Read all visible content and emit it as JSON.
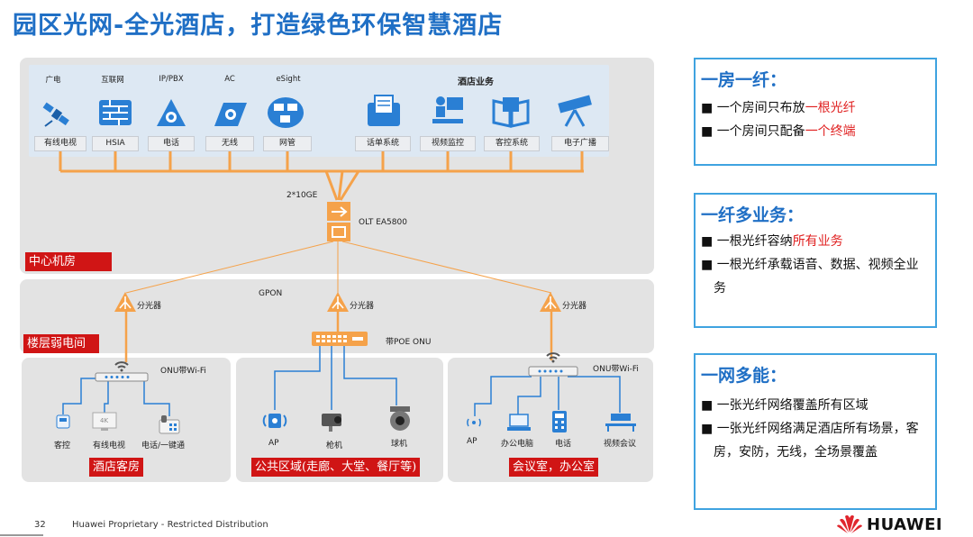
{
  "title": "园区光网-全光酒店，打造绿色环保智慧酒店",
  "center_room": {
    "label": "中心机房",
    "services": [
      {
        "top": "广电",
        "box": "有线电视",
        "icon": "satellite-icon"
      },
      {
        "top": "互联网",
        "box": "HSIA",
        "icon": "firewall-icon"
      },
      {
        "top": "IP/PBX",
        "box": "电话",
        "icon": "ip-pbx-icon"
      },
      {
        "top": "AC",
        "box": "无线",
        "icon": "access-controller-icon"
      },
      {
        "top": "eSight",
        "box": "网管",
        "icon": "network-management-icon"
      }
    ],
    "hotel_business_label": "酒店业务",
    "hotel_services": [
      {
        "box": "话单系统",
        "icon": "billing-system-icon"
      },
      {
        "box": "视频监控",
        "icon": "video-surveillance-icon"
      },
      {
        "box": "客控系统",
        "icon": "guest-control-icon"
      },
      {
        "box": "电子广播",
        "icon": "broadcast-icon"
      }
    ],
    "uplink_label": "2*10GE",
    "olt_label": "OLT EA5800"
  },
  "floor": {
    "label": "楼层弱电间",
    "gpon_label": "GPON",
    "splitter_label": "分光器",
    "poe_onu_label": "带POE ONU"
  },
  "zones": [
    {
      "label": "酒店客房",
      "onu_label": "ONU带Wi-Fi",
      "devices": [
        "客控",
        "有线电视",
        "电话/一键通"
      ]
    },
    {
      "label": "公共区域(走廊、大堂、餐厅等)",
      "devices": [
        "AP",
        "枪机",
        "球机"
      ]
    },
    {
      "label": "会议室，办公室",
      "onu_label": "ONU带Wi-Fi",
      "devices": [
        "AP",
        "办公电脑",
        "电话",
        "视频会议"
      ]
    }
  ],
  "right_boxes": [
    {
      "title": "一房一纤：",
      "items": [
        {
          "plain": "一个房间只布放",
          "red": "一根光纤"
        },
        {
          "plain": "一个房间只配备",
          "red": "一个终端"
        }
      ]
    },
    {
      "title": "一纤多业务：",
      "items": [
        {
          "plain": "一根光纤容纳",
          "red": "所有业务"
        },
        {
          "plain": "一根光纤承载语音、数据、视频全业务",
          "red": ""
        }
      ]
    },
    {
      "title": "一网多能：",
      "items": [
        {
          "plain": "一张光纤网络覆盖所有区域",
          "red": ""
        },
        {
          "plain": "一张光纤网络满足酒店所有场景，客房，安防，无线，全场景覆盖",
          "red": ""
        }
      ]
    }
  ],
  "footer": {
    "page": "32",
    "text": "Huawei Proprietary - Restricted Distribution",
    "brand": "HUAWEI"
  },
  "colors": {
    "title_blue": "#1f6fc5",
    "fiber_orange": "#f5a24a",
    "label_red": "#d01515",
    "link_blue": "#2a7fd4",
    "box_border": "#3fa3e0"
  }
}
